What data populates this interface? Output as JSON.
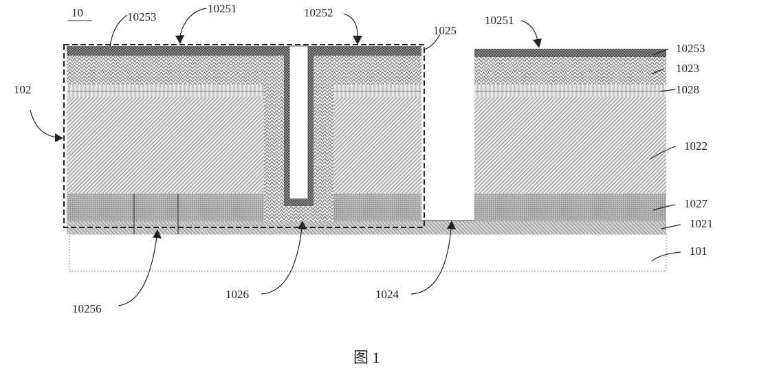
{
  "figure": {
    "number_label": "10",
    "caption": "图 1"
  },
  "labels": {
    "l_10253_top": "10253",
    "l_10251_left": "10251",
    "l_10252": "10252",
    "l_1025": "1025",
    "l_10251_right": "10251",
    "l_10253_right": "10253",
    "l_1023": "1023",
    "l_1028": "1028",
    "l_102": "102",
    "l_1022": "1022",
    "l_1027": "1027",
    "l_1021": "1021",
    "l_101": "101",
    "l_10256": "10256",
    "l_1026": "1026",
    "l_1024": "1024"
  }
}
